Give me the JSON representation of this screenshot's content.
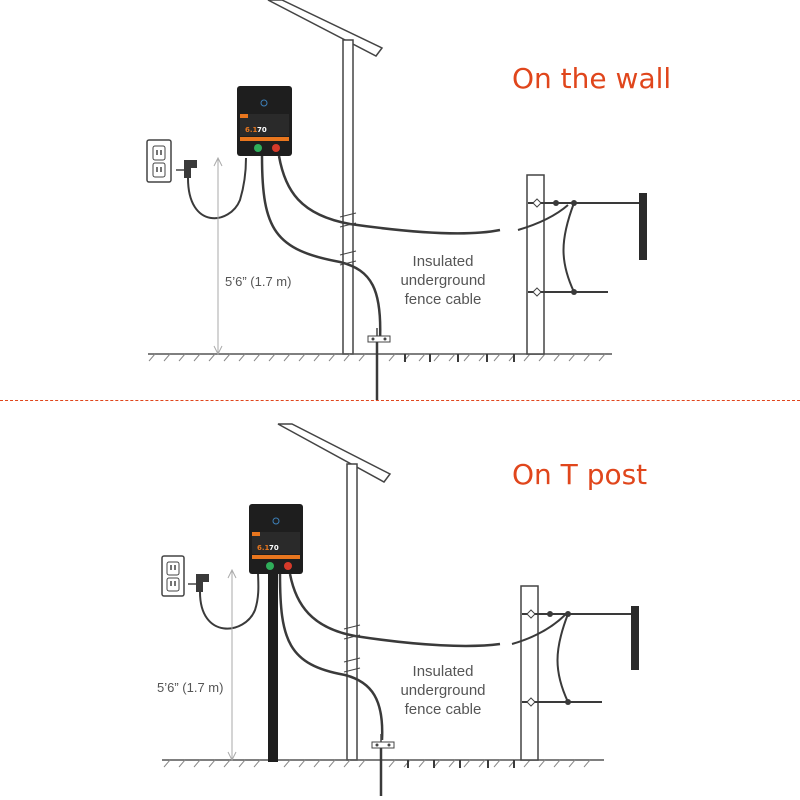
{
  "panels": [
    {
      "title": "On the wall",
      "cable_label": [
        "Insulated",
        "underground",
        "fence cable"
      ],
      "height_label": "5’6” (1.7 m)",
      "energizer": {
        "model": "70",
        "screen_color": "#e8761e"
      }
    },
    {
      "title": "On T post",
      "cable_label": [
        "Insulated",
        "underground",
        "fence cable"
      ],
      "height_label": "5’6” (1.7 m)",
      "energizer": {
        "model": "70",
        "screen_color": "#e8761e"
      }
    }
  ],
  "colors": {
    "title": "#e0461c",
    "divider": "#e0461c",
    "wire": "#3a3a3a",
    "positive_terminal": "#d63a2a",
    "ground_terminal": "#2fae5a"
  }
}
